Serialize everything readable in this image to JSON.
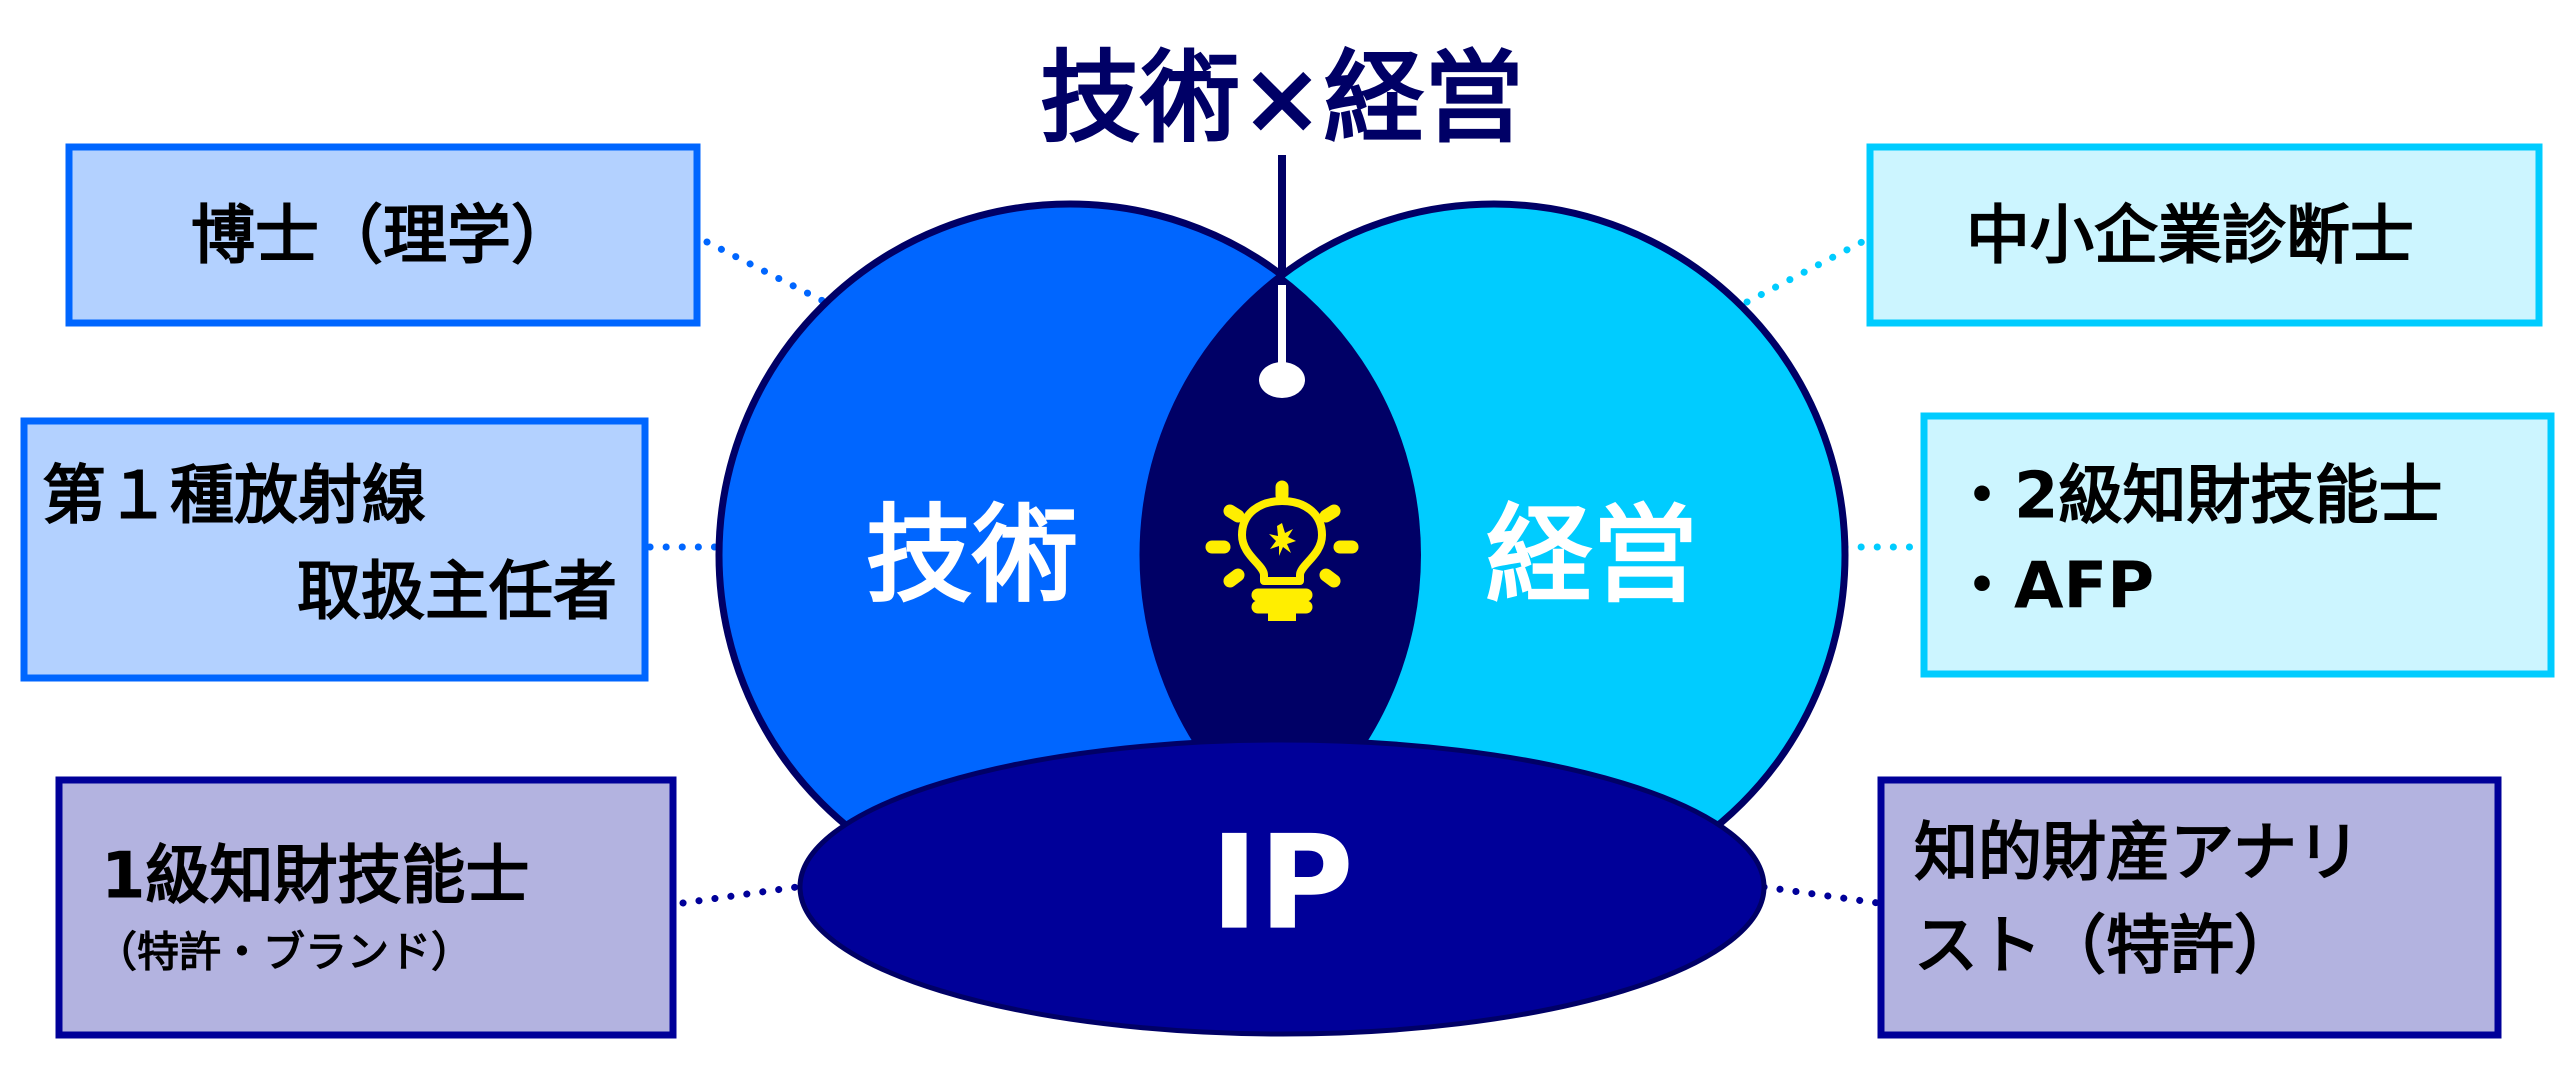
{
  "title": "技術×経営",
  "circles": {
    "left_label": "技術",
    "right_label": "経営",
    "bottom_label": "IP"
  },
  "center_icon": "lightbulb-icon",
  "boxes": {
    "left_top": {
      "line1": "博士（理学）"
    },
    "left_middle": {
      "line1": "第１種放射線",
      "line2": "取扱主任者"
    },
    "left_bottom": {
      "line1": "1級知財技能士",
      "line2": "（特許・ブランド）"
    },
    "right_top": {
      "line1": "中小企業診断士"
    },
    "right_middle": {
      "line1": "・2級知財技能士",
      "line2": "・AFP"
    },
    "right_bottom": {
      "line1": "知的財産アナリ",
      "line2": "スト（特許）"
    }
  },
  "colors": {
    "tech": "#0066ff",
    "mgmt": "#00ccff",
    "ip": "#000099",
    "lens": "#000066",
    "outline": "#000066",
    "bulb": "#ffee00"
  }
}
